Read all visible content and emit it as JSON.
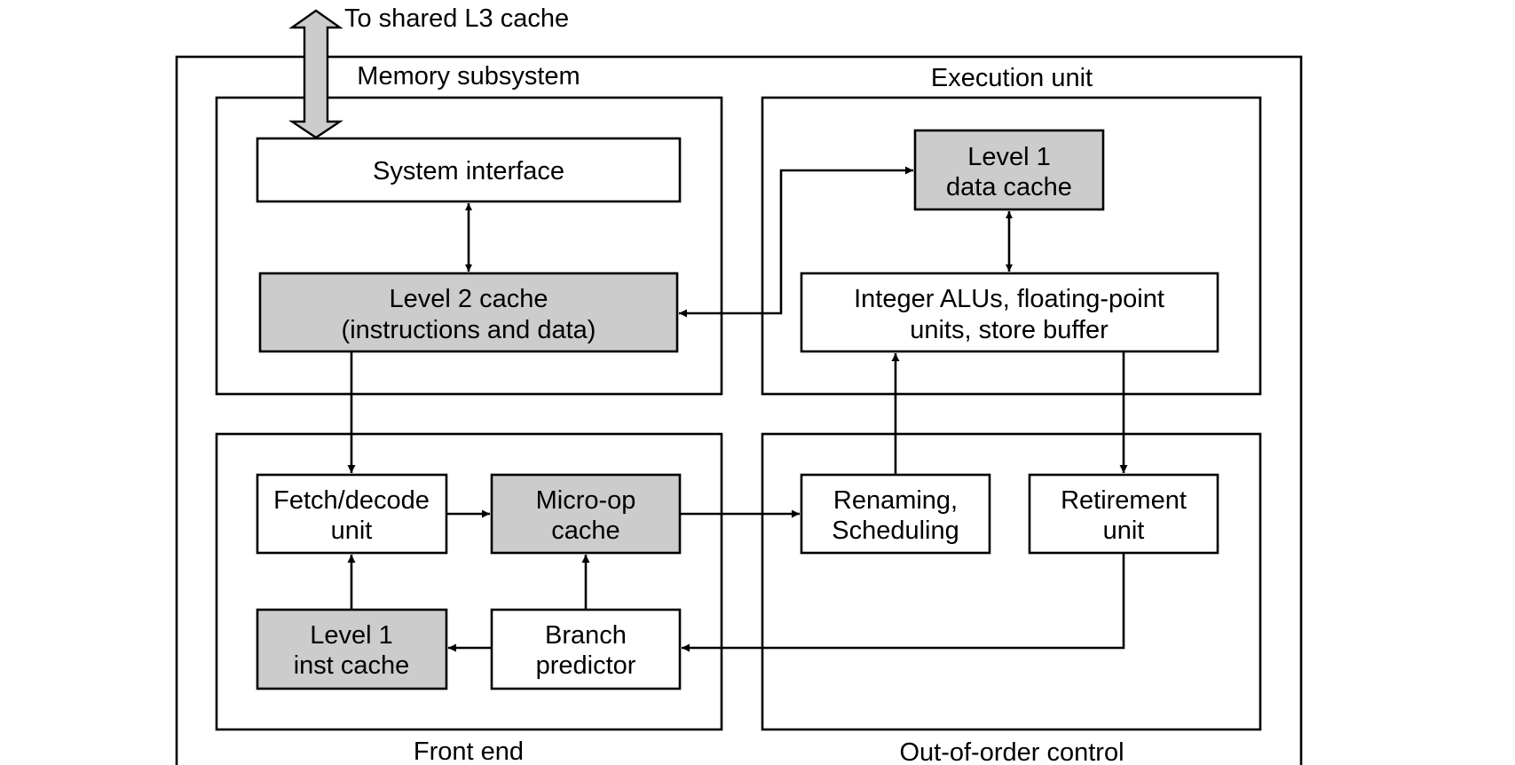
{
  "top_link": {
    "label": "To shared L3 cache"
  },
  "groups": {
    "memory_subsystem": "Memory subsystem",
    "execution_unit": "Execution unit",
    "front_end": "Front end",
    "out_of_order_control": "Out-of-order control"
  },
  "blocks": {
    "system_interface": {
      "lines": [
        "System interface"
      ],
      "shaded": false
    },
    "level2_cache": {
      "lines": [
        "Level 2 cache",
        "(instructions and data)"
      ],
      "shaded": true
    },
    "level1_data_cache": {
      "lines": [
        "Level 1",
        "data cache"
      ],
      "shaded": true
    },
    "alus": {
      "lines": [
        "Integer ALUs, floating-point",
        "units, store buffer"
      ],
      "shaded": false
    },
    "fetch_decode": {
      "lines": [
        "Fetch/decode",
        "unit"
      ],
      "shaded": false
    },
    "micro_op_cache": {
      "lines": [
        "Micro-op",
        "cache"
      ],
      "shaded": true
    },
    "renaming": {
      "lines": [
        "Renaming,",
        "Scheduling"
      ],
      "shaded": false
    },
    "retirement": {
      "lines": [
        "Retirement",
        "unit"
      ],
      "shaded": false
    },
    "level1_inst_cache": {
      "lines": [
        "Level 1",
        "inst cache"
      ],
      "shaded": true
    },
    "branch_predictor": {
      "lines": [
        "Branch",
        "predictor"
      ],
      "shaded": false
    }
  },
  "colors": {
    "shaded_fill": "#cccccc",
    "line": "#000000",
    "background": "#ffffff"
  }
}
